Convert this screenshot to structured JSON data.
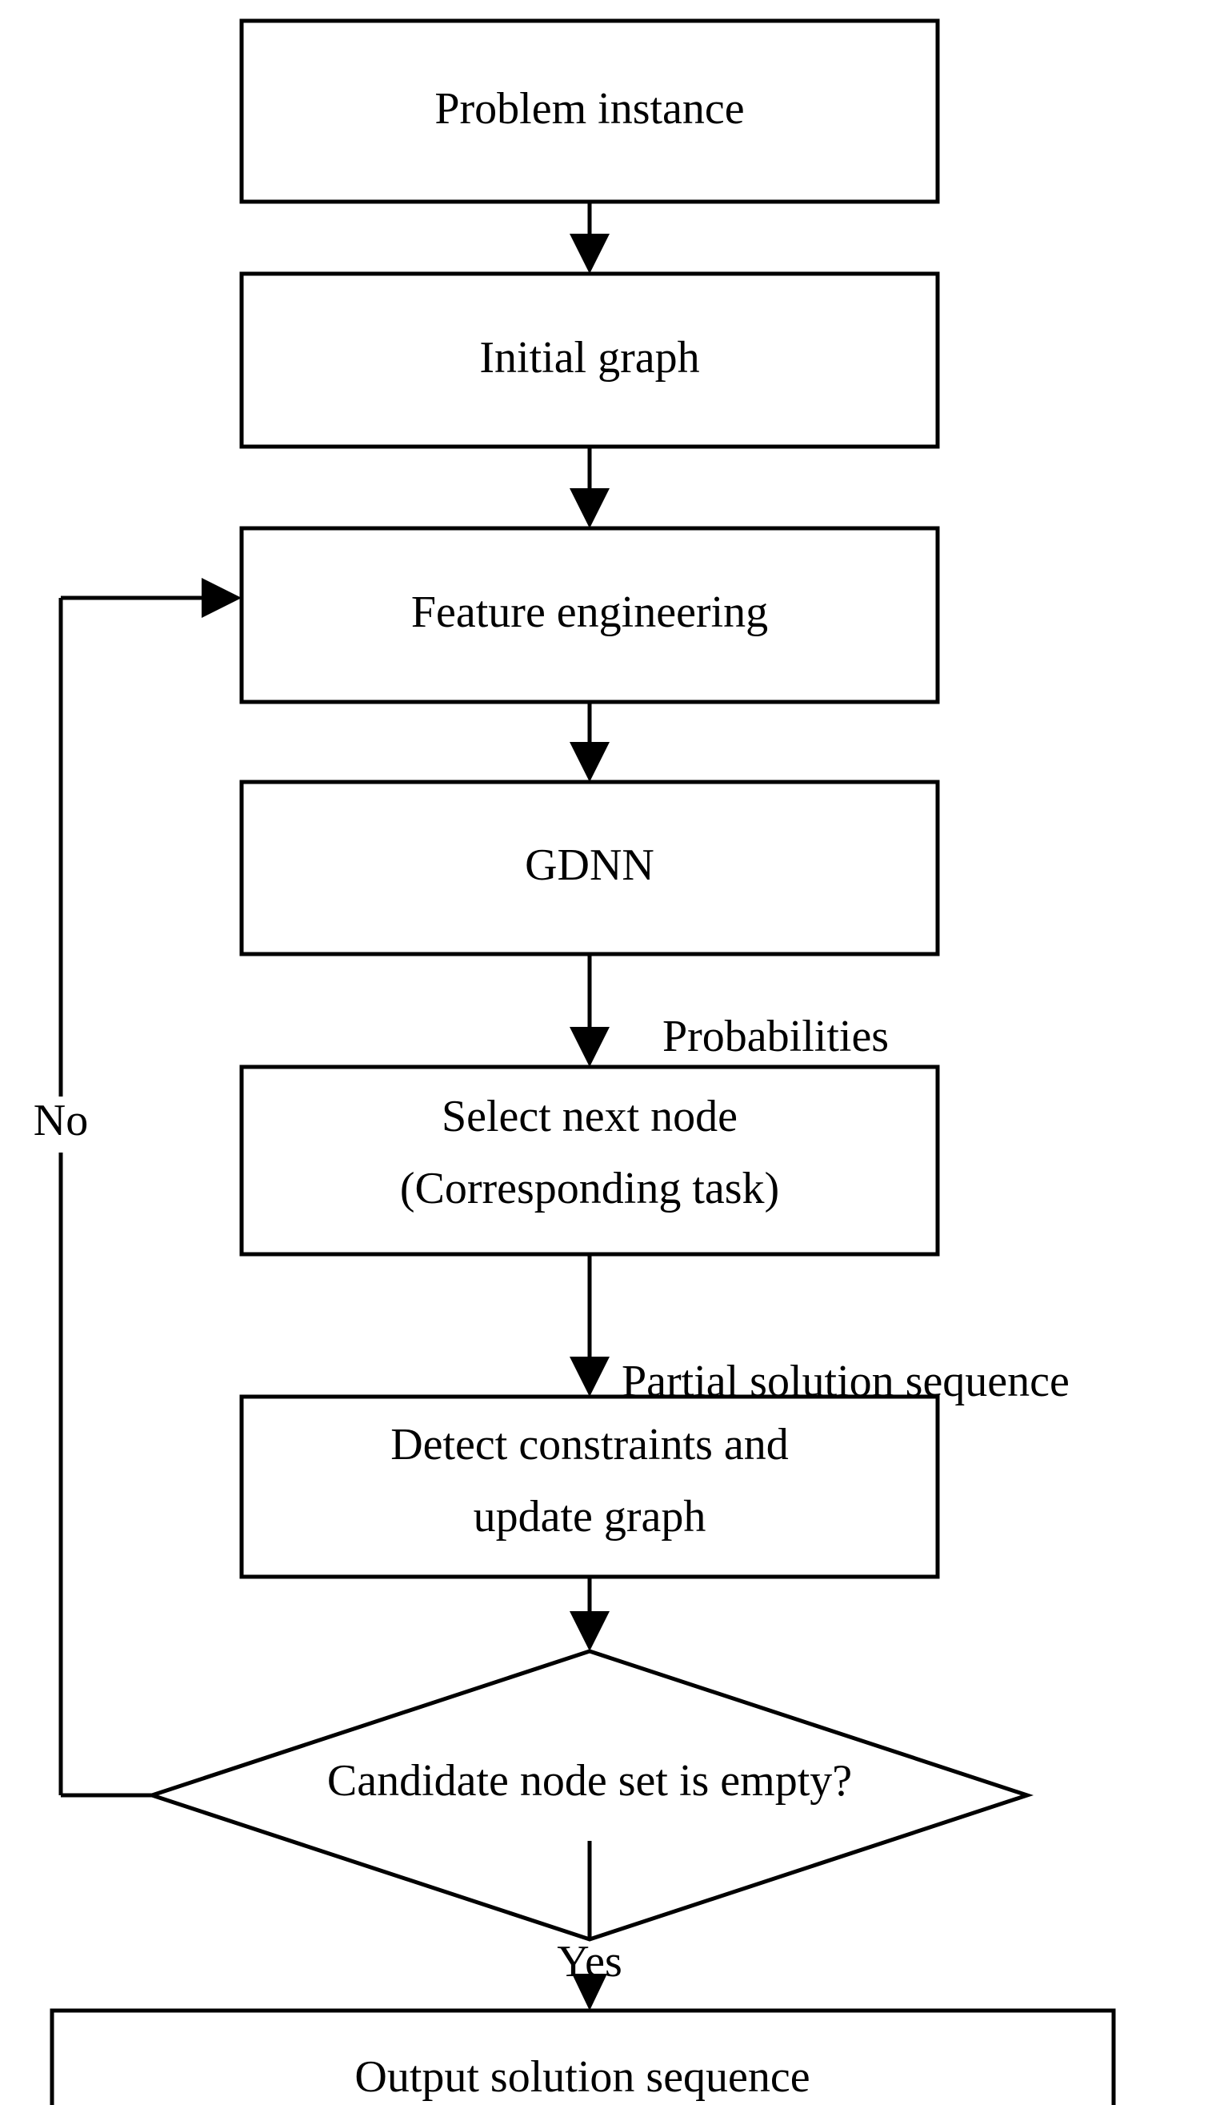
{
  "diagram": {
    "type": "flowchart",
    "title": "",
    "orientation": "top-to-bottom",
    "background_color": "#ffffff",
    "line_color": "#000000",
    "text_color": "#000000",
    "nodes": [
      {
        "id": "problem-instance",
        "shape": "rectangle",
        "label": "Problem instance"
      },
      {
        "id": "initial-graph",
        "shape": "rectangle",
        "label": "Initial graph"
      },
      {
        "id": "feature-engineering",
        "shape": "rectangle",
        "label": "Feature engineering"
      },
      {
        "id": "gdnn",
        "shape": "rectangle",
        "label": "GDNN"
      },
      {
        "id": "select-next-node",
        "shape": "rectangle",
        "label_line1": "Select next node",
        "label_line2": "(Corresponding task)"
      },
      {
        "id": "detect-constraints",
        "shape": "rectangle",
        "label_line1": "Detect constraints and",
        "label_line2": "update graph"
      },
      {
        "id": "candidate-check",
        "shape": "diamond",
        "label": "Candidate node set is empty?"
      },
      {
        "id": "output-solution",
        "shape": "rectangle",
        "label": "Output solution sequence"
      }
    ],
    "edge_labels": {
      "probabilities": "Probabilities",
      "partial_solution_sequence": "Partial solution sequence",
      "no": "No",
      "yes": "Yes"
    },
    "edges": [
      {
        "from": "problem-instance",
        "to": "initial-graph",
        "label": ""
      },
      {
        "from": "initial-graph",
        "to": "feature-engineering",
        "label": ""
      },
      {
        "from": "feature-engineering",
        "to": "gdnn",
        "label": ""
      },
      {
        "from": "gdnn",
        "to": "select-next-node",
        "label": "Probabilities"
      },
      {
        "from": "select-next-node",
        "to": "detect-constraints",
        "label": "Partial solution sequence"
      },
      {
        "from": "detect-constraints",
        "to": "candidate-check",
        "label": ""
      },
      {
        "from": "candidate-check",
        "to": "feature-engineering",
        "label": "No"
      },
      {
        "from": "candidate-check",
        "to": "output-solution",
        "label": "Yes"
      }
    ]
  }
}
